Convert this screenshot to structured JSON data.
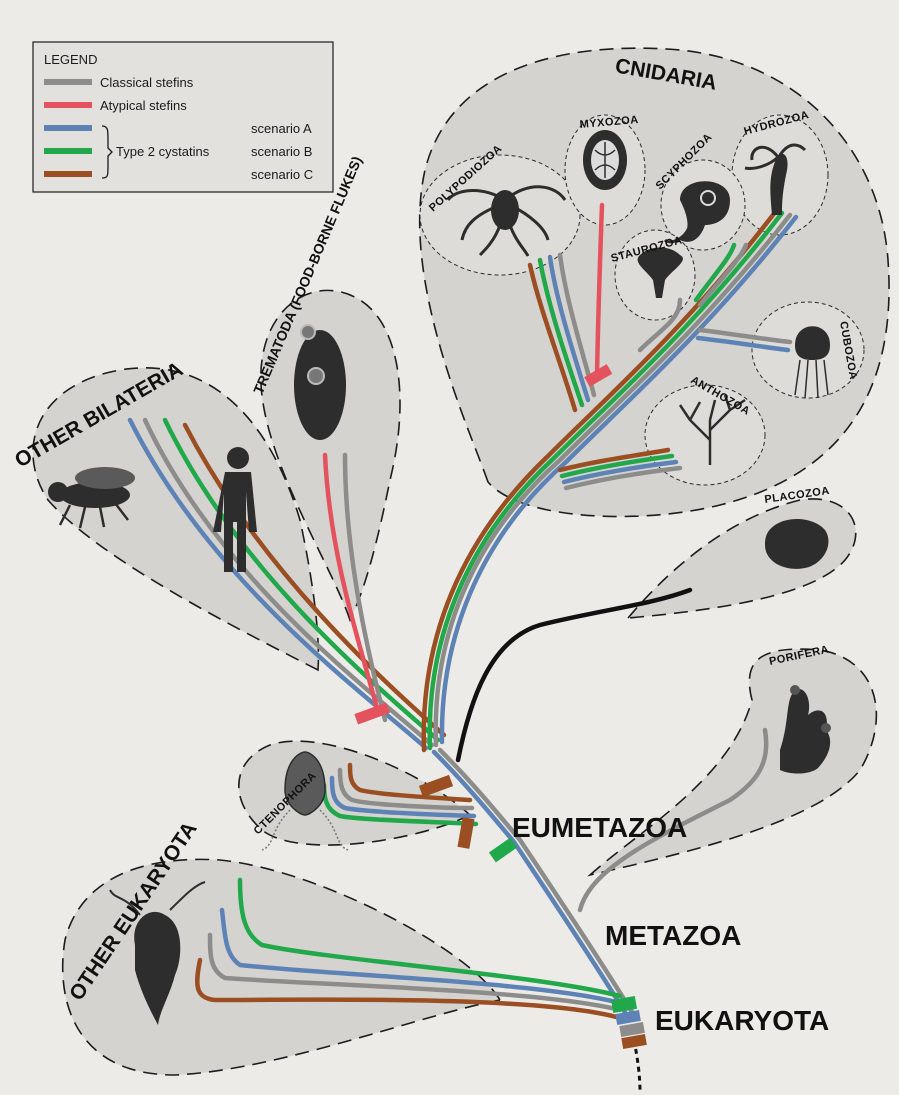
{
  "legend": {
    "title": "LEGEND",
    "items": [
      {
        "label": "Classical stefins",
        "color": "#8c8c8a"
      },
      {
        "label": "Atypical stefins",
        "color": "#e4525e"
      }
    ],
    "type2": {
      "label": "Type 2 cystatins",
      "scenarios": [
        {
          "label": "scenario A",
          "color": "#5d83b6"
        },
        {
          "label": "scenario B",
          "color": "#21a84a"
        },
        {
          "label": "scenario C",
          "color": "#9a4e22"
        }
      ]
    }
  },
  "clades": {
    "cnidaria": "CNIDARIA",
    "other_bilateria": "OTHER BILATERIA",
    "trematoda": "TREMATODA (FOOD-BORNE FLUKES)",
    "placozoa": "PLACOZOA",
    "porifera": "PORIFERA",
    "ctenophora": "CTENOPHORA",
    "other_eukaryota": "OTHER EUKARYOTA"
  },
  "cnidaria_subgroups": {
    "polypodiozoa": "POLYPODIOZOA",
    "myxozoa": "MYXOZOA",
    "hydrozoa": "HYDROZOA",
    "scyphozoa": "SCYPHOZOA",
    "staurozoa": "STAUROZOA",
    "cubozoa": "CUBOZOA",
    "anthozoa": "ANTHOZOA"
  },
  "nodes": {
    "eumetazoa": "EUMETAZOA",
    "metazoa": "METAZOA",
    "eukaryota": "EUKARYOTA"
  }
}
